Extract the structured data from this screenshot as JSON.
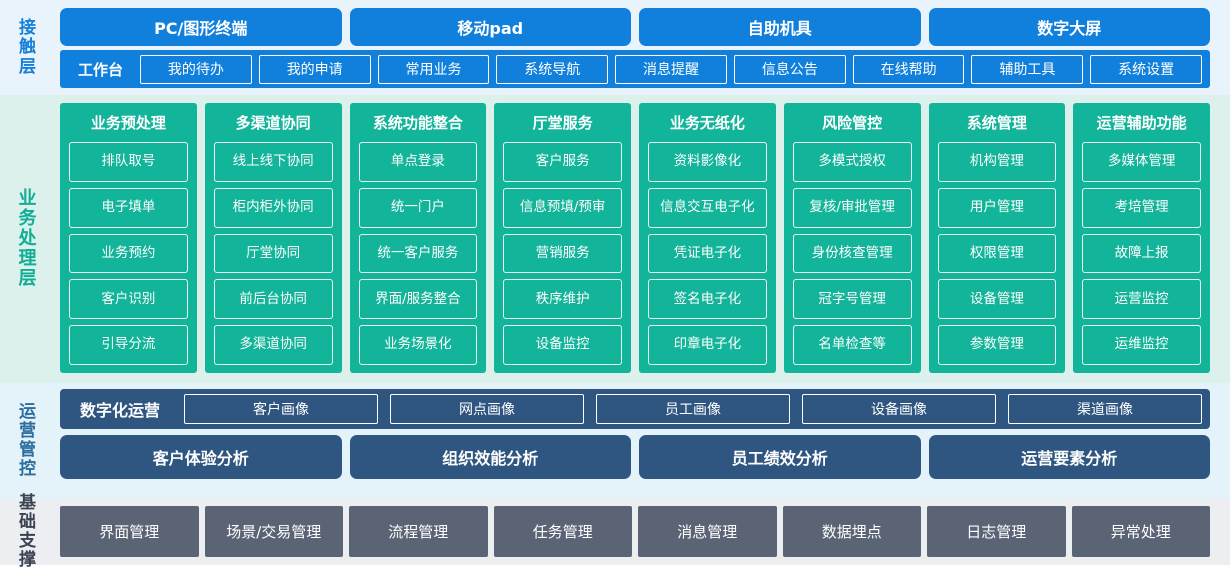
{
  "layers": [
    {
      "id": "contact",
      "label": "接触层",
      "label_chars": [
        "接",
        "触",
        "层"
      ],
      "label_color": "#1680d8",
      "bg": "#e9f3fb",
      "accent": "#1180dd",
      "terminals": [
        "PC/图形终端",
        "移动pad",
        "自助机具",
        "数字大屏"
      ],
      "workbench_label": "工作台",
      "workbench_items": [
        "我的待办",
        "我的申请",
        "常用业务",
        "系统导航",
        "消息提醒",
        "信息公告",
        "在线帮助",
        "辅助工具",
        "系统设置"
      ]
    },
    {
      "id": "business",
      "label": "业务处理层",
      "label_chars": [
        "业",
        "务",
        "处",
        "理",
        "层"
      ],
      "label_color": "#0fae95",
      "bg": "#dcf0ec",
      "accent": "#12b49a",
      "columns": [
        {
          "title": "业务预处理",
          "items": [
            "排队取号",
            "电子填单",
            "业务预约",
            "客户识别",
            "引导分流"
          ]
        },
        {
          "title": "多渠道协同",
          "items": [
            "线上线下协同",
            "柜内柜外协同",
            "厅堂协同",
            "前后台协同",
            "多渠道协同"
          ]
        },
        {
          "title": "系统功能整合",
          "items": [
            "单点登录",
            "统一门户",
            "统一客户服务",
            "界面/服务整合",
            "业务场景化"
          ]
        },
        {
          "title": "厅堂服务",
          "items": [
            "客户服务",
            "信息预填/预审",
            "营销服务",
            "秩序维护",
            "设备监控"
          ]
        },
        {
          "title": "业务无纸化",
          "items": [
            "资料影像化",
            "信息交互电子化",
            "凭证电子化",
            "签名电子化",
            "印章电子化"
          ]
        },
        {
          "title": "风险管控",
          "items": [
            "多模式授权",
            "复核/审批管理",
            "身份核查管理",
            "冠字号管理",
            "名单检查等"
          ]
        },
        {
          "title": "系统管理",
          "items": [
            "机构管理",
            "用户管理",
            "权限管理",
            "设备管理",
            "参数管理"
          ]
        },
        {
          "title": "运营辅助功能",
          "items": [
            "多媒体管理",
            "考培管理",
            "故障上报",
            "运营监控",
            "运维监控"
          ]
        }
      ]
    },
    {
      "id": "operations",
      "label": "运营管控",
      "label_chars": [
        "运",
        "营",
        "管",
        "控"
      ],
      "label_color": "#2b6ea0",
      "bg": "#e4f3fa",
      "accent": "#2e5680",
      "digital_label": "数字化运营",
      "portraits": [
        "客户画像",
        "网点画像",
        "员工画像",
        "设备画像",
        "渠道画像"
      ],
      "analyses": [
        "客户体验分析",
        "组织效能分析",
        "员工绩效分析",
        "运营要素分析"
      ]
    },
    {
      "id": "foundation",
      "label": "基础支撑",
      "label_lines": [
        "基础",
        "支撑"
      ],
      "label_color": "#3b4251",
      "bg": "#eceef1",
      "accent": "#5a6475",
      "items": [
        "界面管理",
        "场景/交易管理",
        "流程管理",
        "任务管理",
        "消息管理",
        "数据埋点",
        "日志管理",
        "异常处理"
      ]
    }
  ]
}
